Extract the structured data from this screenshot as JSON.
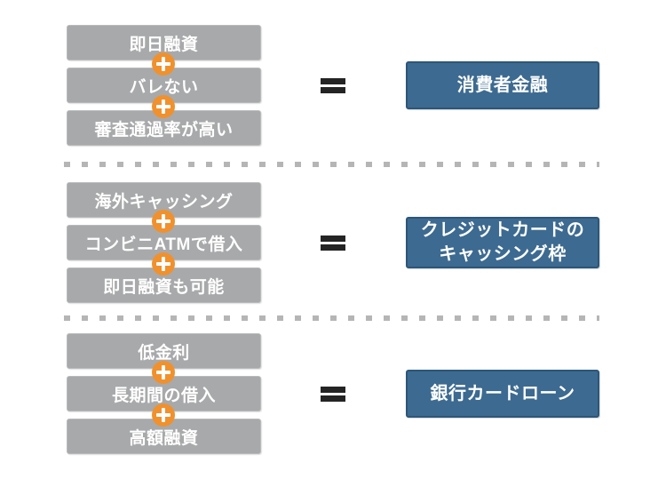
{
  "diagram": {
    "groups": [
      {
        "features": [
          "即日融資",
          "バレない",
          "審査通過率が高い"
        ],
        "result": "消費者金融"
      },
      {
        "features": [
          "海外キャッシング",
          "コンビニATMで借入",
          "即日融資も可能"
        ],
        "result": "クレジットカードの\nキャッシング枠"
      },
      {
        "features": [
          "低金利",
          "長期間の借入",
          "高額融資"
        ],
        "result": "銀行カードローン"
      }
    ],
    "operators": {
      "plus_symbol": "+",
      "equals_symbol": "="
    },
    "colors": {
      "feature_box": "#a8a9aa",
      "feature_text": "#ffffff",
      "plus_icon": "#f0912d",
      "result_box": "#3d6a90",
      "result_border": "#2d5679",
      "result_text": "#ffffff",
      "equals_sign": "#242424",
      "divider": "#b5b5b5",
      "background": "#ffffff"
    }
  }
}
